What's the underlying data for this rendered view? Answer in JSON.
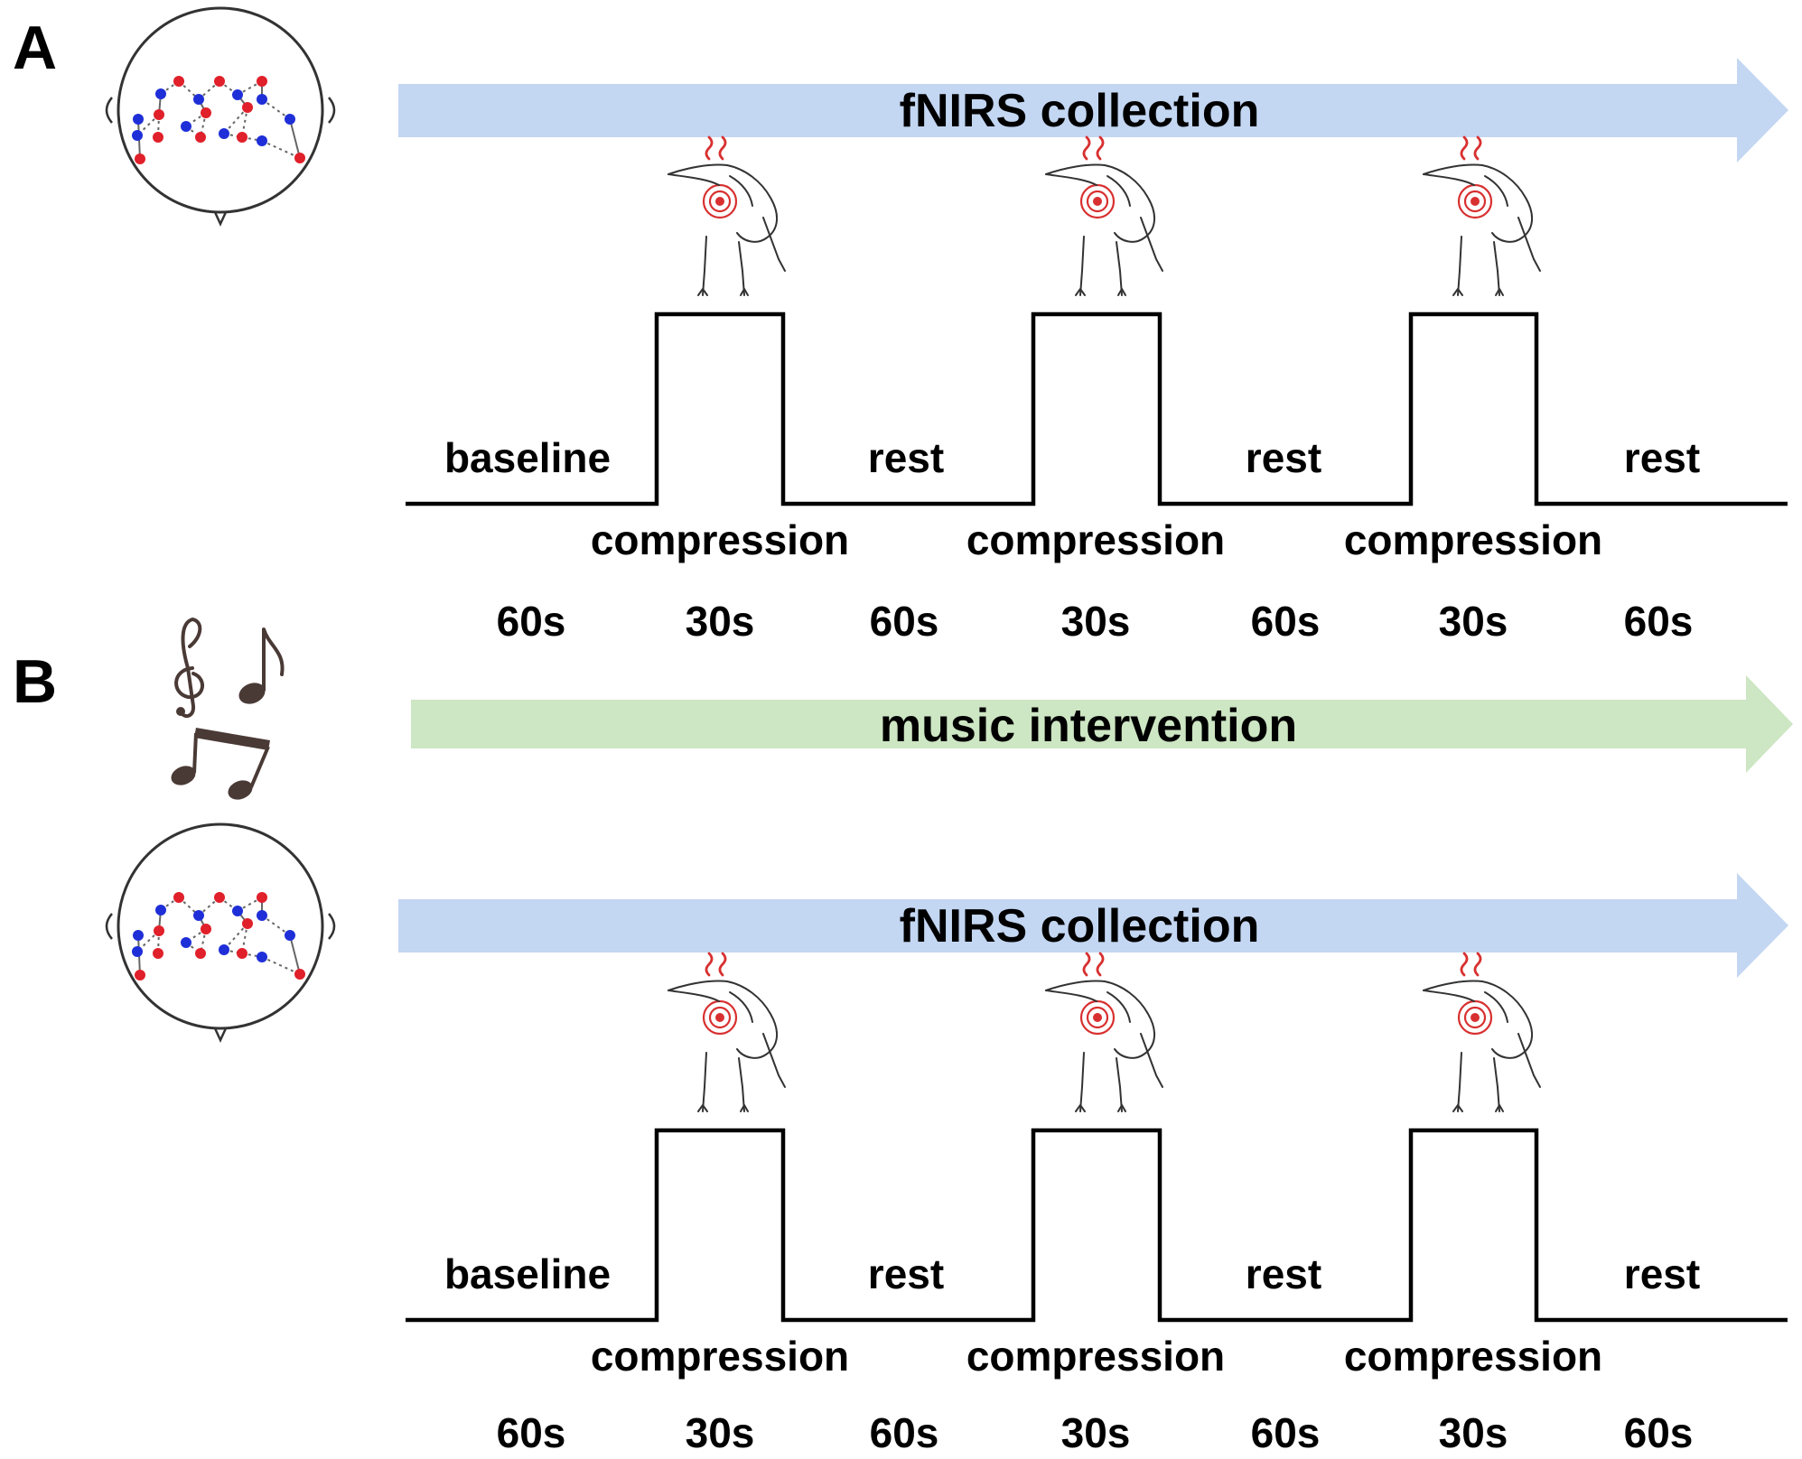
{
  "colors": {
    "fnirs_arrow": "#c3d6f2",
    "music_arrow": "#cde6c3",
    "optode_source": "#e0202a",
    "optode_detector": "#1f2fd8",
    "pain_mark": "#d83030",
    "line": "#000000"
  },
  "icons": [
    "head-optode-icon",
    "music-notes-icon",
    "finger-compression-icon"
  ],
  "panels": [
    {
      "id": "A",
      "label": "A",
      "arrows": [
        {
          "kind": "fnirs",
          "label": "fNIRS collection"
        }
      ],
      "phases": [
        {
          "label": "baseline",
          "type": "rest",
          "duration": "60s"
        },
        {
          "label": "compression",
          "type": "stim",
          "duration": "30s"
        },
        {
          "label": "rest",
          "type": "rest",
          "duration": "60s"
        },
        {
          "label": "compression",
          "type": "stim",
          "duration": "30s"
        },
        {
          "label": "rest",
          "type": "rest",
          "duration": "60s"
        },
        {
          "label": "compression",
          "type": "stim",
          "duration": "30s"
        },
        {
          "label": "rest",
          "type": "rest",
          "duration": "60s"
        }
      ]
    },
    {
      "id": "B",
      "label": "B",
      "arrows": [
        {
          "kind": "music",
          "label": "music intervention"
        },
        {
          "kind": "fnirs",
          "label": "fNIRS collection"
        }
      ],
      "phases": [
        {
          "label": "baseline",
          "type": "rest",
          "duration": "60s"
        },
        {
          "label": "compression",
          "type": "stim",
          "duration": "30s"
        },
        {
          "label": "rest",
          "type": "rest",
          "duration": "60s"
        },
        {
          "label": "compression",
          "type": "stim",
          "duration": "30s"
        },
        {
          "label": "rest",
          "type": "rest",
          "duration": "60s"
        },
        {
          "label": "compression",
          "type": "stim",
          "duration": "30s"
        },
        {
          "label": "rest",
          "type": "rest",
          "duration": "60s"
        }
      ]
    }
  ]
}
